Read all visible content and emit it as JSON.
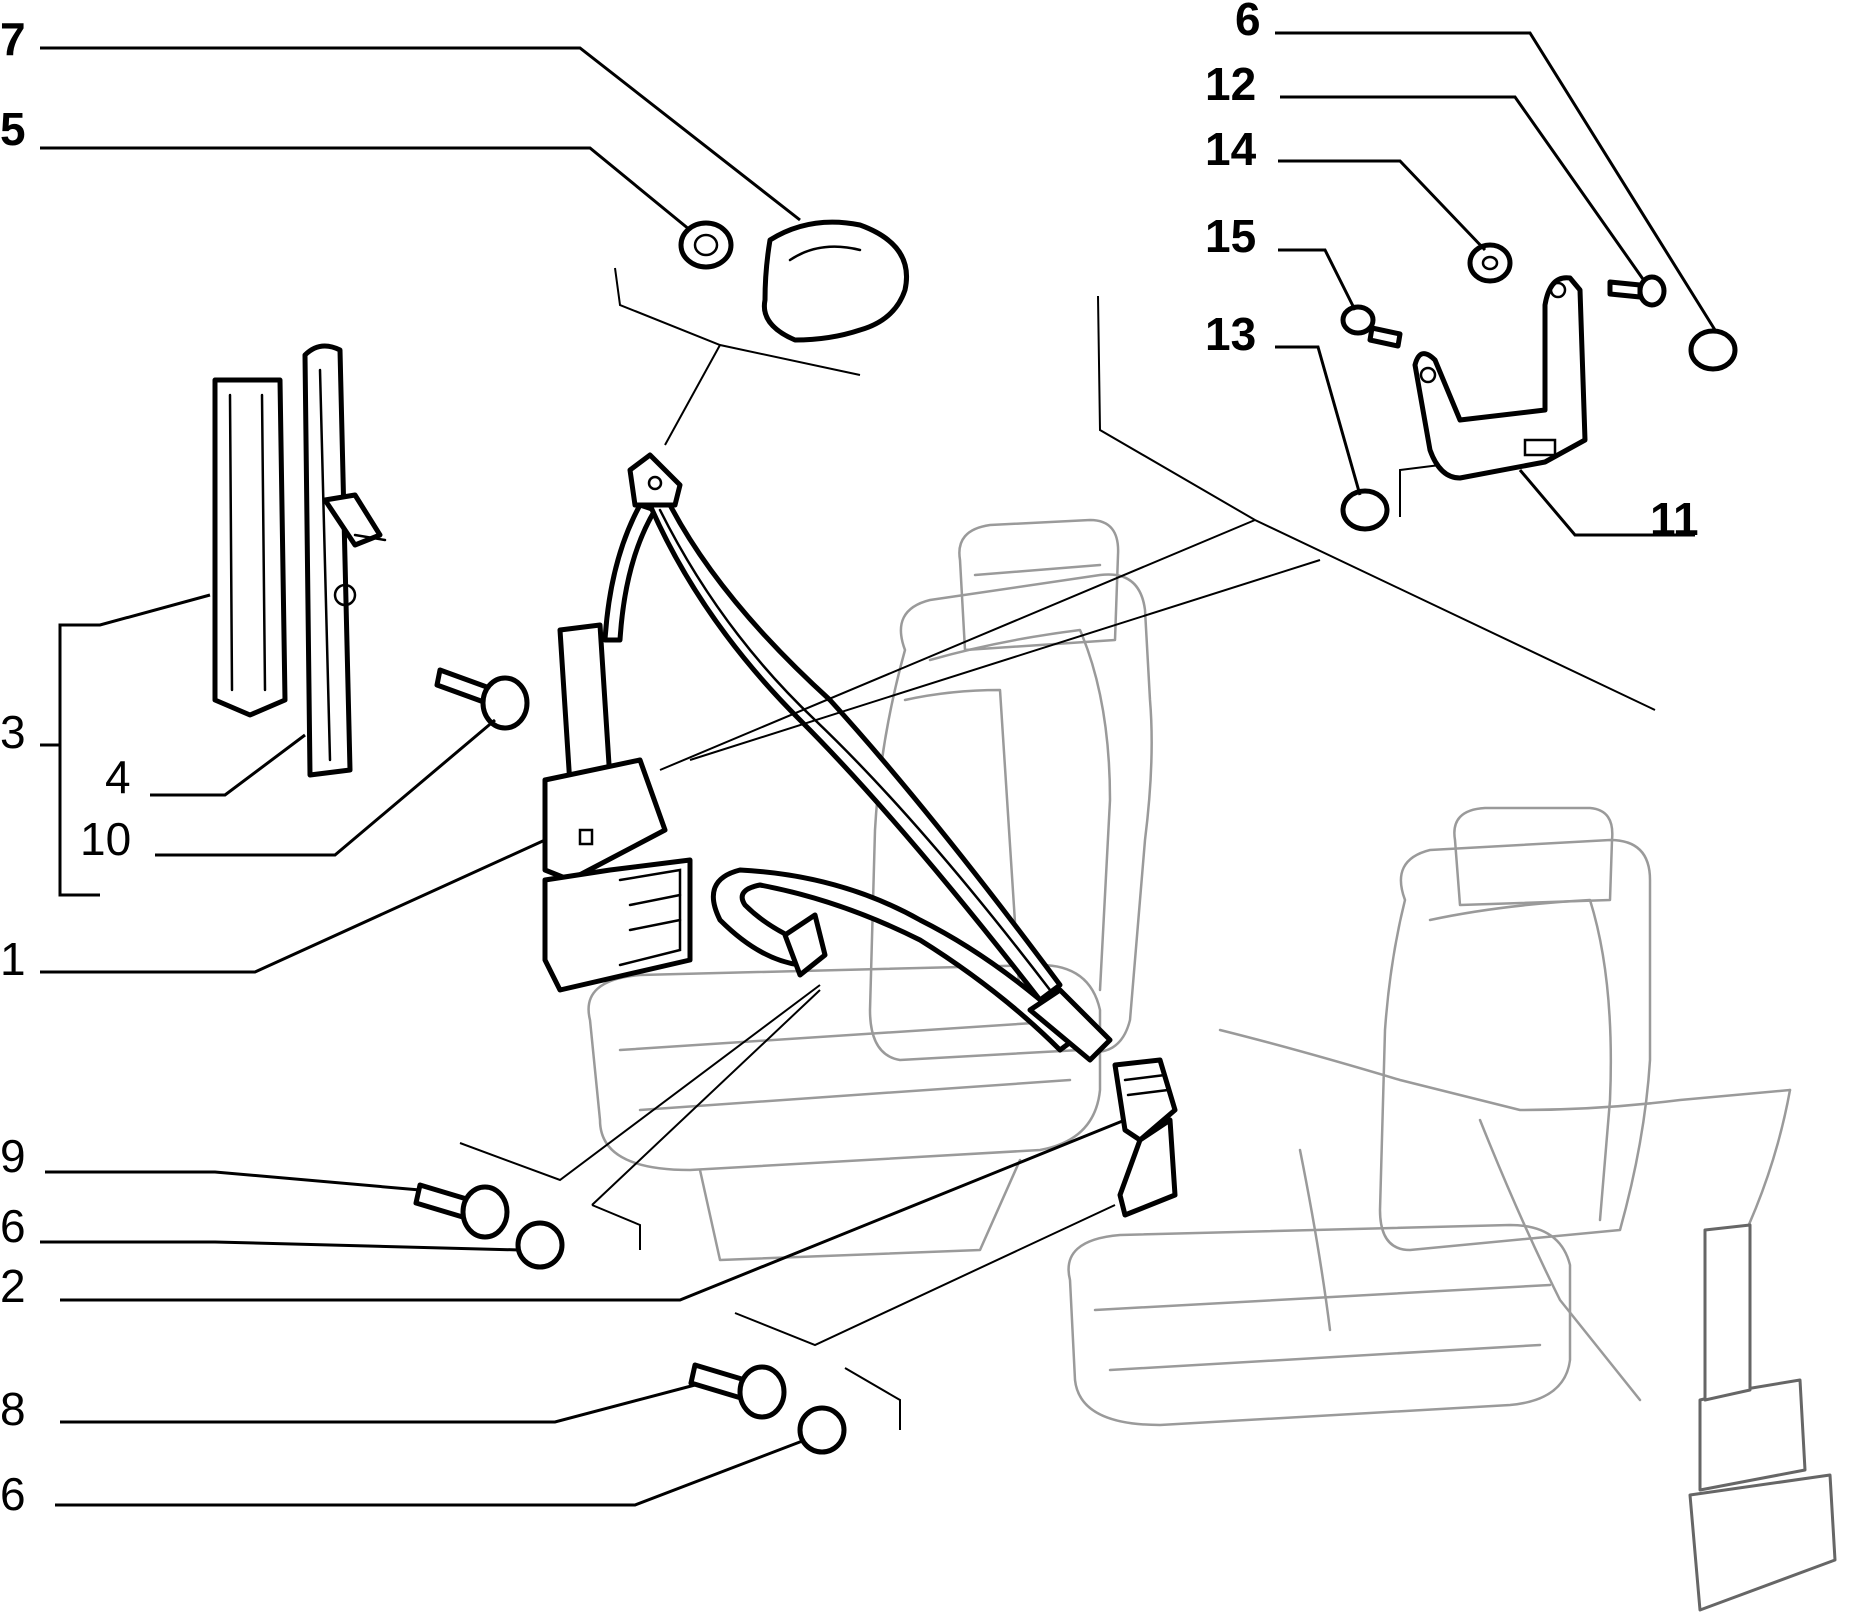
{
  "callouts": {
    "c7": "7",
    "c5": "5",
    "c3": "3",
    "c4": "4",
    "c10": "10",
    "c1": "1",
    "c9": "9",
    "c6a": "6",
    "c2": "2",
    "c8": "8",
    "c6b": "6",
    "c6c": "6",
    "c12": "12",
    "c14": "14",
    "c15": "15",
    "c13": "13",
    "c11": "11"
  }
}
